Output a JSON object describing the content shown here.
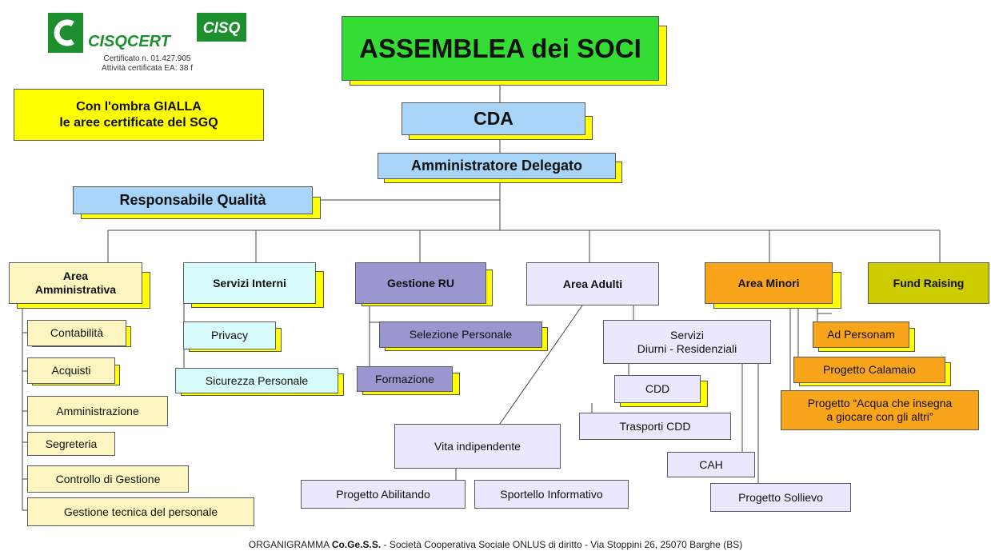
{
  "logo": {
    "brand": "CISQCERT",
    "mark": "CISQ",
    "cert_line1": "Certificato n. 01.427.905",
    "cert_line2": "Attività certificata EA: 38 f"
  },
  "legend": {
    "line1": "Con l'ombra GIALLA",
    "line2": "le aree certificate del SGQ"
  },
  "top": {
    "assemblea": "ASSEMBLEA dei SOCI",
    "cda": "CDA",
    "amministratore": "Amministratore Delegato",
    "responsabile": "Responsabile Qualità"
  },
  "areas": {
    "amministrativa": {
      "line1": "Area",
      "line2": "Amministrativa"
    },
    "servizi_interni": "Servizi Interni",
    "gestione_ru": "Gestione RU",
    "area_adulti": "Area Adulti",
    "area_minori": "Area Minori",
    "fund_raising": "Fund Raising"
  },
  "amministrativa_items": [
    "Contabilità",
    "Acquisti",
    "Amministrazione",
    "Segreteria",
    "Controllo di Gestione",
    "Gestione tecnica del personale"
  ],
  "servizi_interni_items": [
    "Privacy",
    "Sicurezza Personale"
  ],
  "gestione_ru_items": [
    "Selezione Personale",
    "Formazione"
  ],
  "adulti": {
    "servizi_line1": "Servizi",
    "servizi_line2": "Diurni - Residenziali",
    "cdd": "CDD",
    "trasporti": "Trasporti CDD",
    "cah": "CAH",
    "sollievo": "Progetto Sollievo",
    "vita": "Vita indipendente",
    "abilitando": "Progetto Abilitando",
    "sportello": "Sportello Informativo"
  },
  "minori": {
    "ad_personam": "Ad Personam",
    "calamaio": "Progetto Calamaio",
    "acqua_line1": "Progetto “Acqua che insegna",
    "acqua_line2": "a giocare con gli altri”"
  },
  "footer": {
    "prefix": "ORGANIGRAMMA ",
    "org": "Co.Ge.S.S.",
    "rest": " - Società Cooperativa Sociale ONLUS di diritto - Via Stoppini 26, 25070 Barghe (BS)"
  },
  "colors": {
    "shadow": "#ffff00",
    "assemblea": "#33dd33",
    "blue": "#a8d4f8",
    "cream": "#fdf6c0",
    "cyan": "#d8fcfc",
    "purple": "#9a96cf",
    "lavender": "#e9e8fc",
    "orange": "#f9a51c",
    "olive": "#cccc00"
  }
}
